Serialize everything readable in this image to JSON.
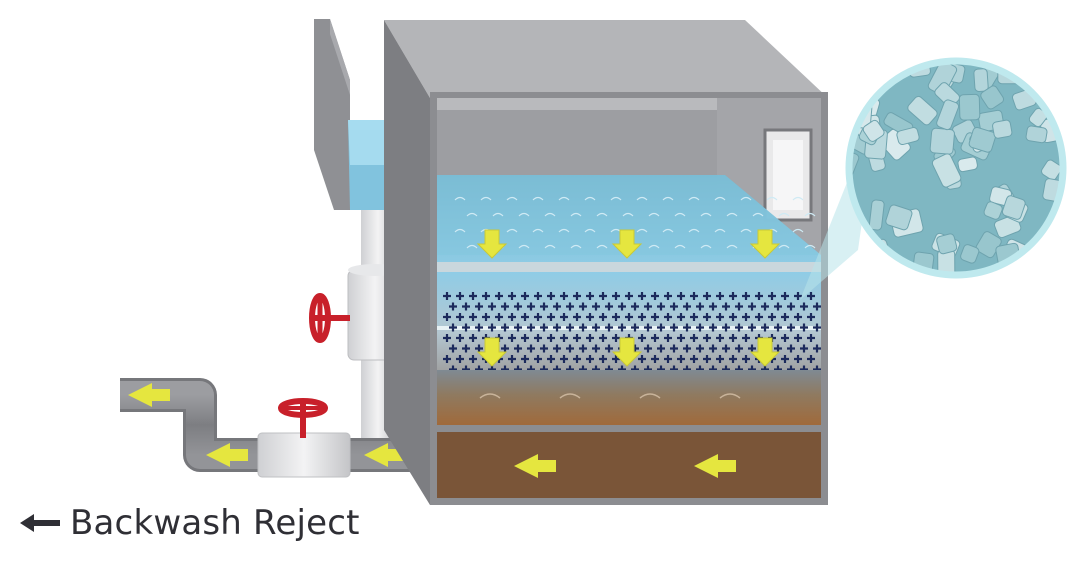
{
  "caption": {
    "label": "Backwash Reject",
    "icon": "arrow-left-icon"
  },
  "colors": {
    "tank_outer": "#8c8d91",
    "tank_inner": "#a9aaae",
    "water": "#8fd0ea",
    "media_particles": "#1c2a5c",
    "flow_arrows": "#e5e63f",
    "valve": "#c8202a",
    "pipe": "#8a8b8f",
    "sediment": "#7a5538",
    "media_closeup": "#b8e4ea"
  },
  "components": [
    "inlet-trough",
    "filter-tank",
    "water-layer",
    "distributor-nozzles",
    "filter-media-bed",
    "support-gravel-layer",
    "underdrain-chamber",
    "vertical-pipe",
    "upper-valve",
    "lower-valve",
    "outlet-pipe",
    "media-closeup-magnifier"
  ]
}
